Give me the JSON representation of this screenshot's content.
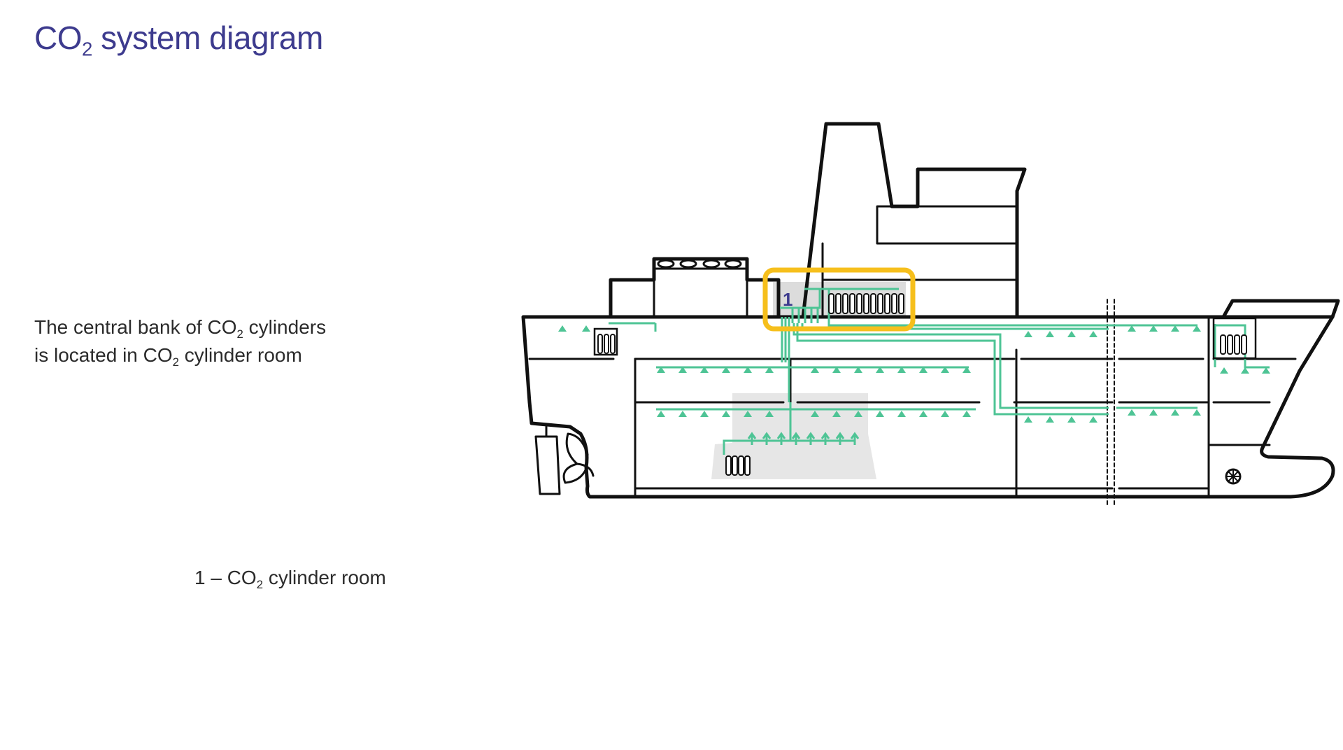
{
  "title": {
    "main": "CO",
    "sub": "2",
    "rest": " system diagram"
  },
  "description": {
    "line1": {
      "pre": "The central bank of CO",
      "sub": "2",
      "post": " cylinders"
    },
    "line2": {
      "pre": "is located in CO",
      "sub": "2",
      "post": " cylinder room"
    }
  },
  "legend": {
    "pre": "1 – CO",
    "sub": "2",
    "post": " cylinder room"
  },
  "marker": {
    "number": "1"
  },
  "colors": {
    "title": "#3d3b8e",
    "hull": "#111111",
    "piping": "#4ec495",
    "highlight": "#f6bf1c",
    "engine_room": "#e6e6e6",
    "room_fill": "#dcdcdc",
    "marker": "#3d3b8e"
  },
  "icons": {
    "bow_thruster": "propeller-icon",
    "rudder": "rudder-icon",
    "cylinder": "gas-cylinder-icon",
    "nozzle": "nozzle-icon"
  }
}
